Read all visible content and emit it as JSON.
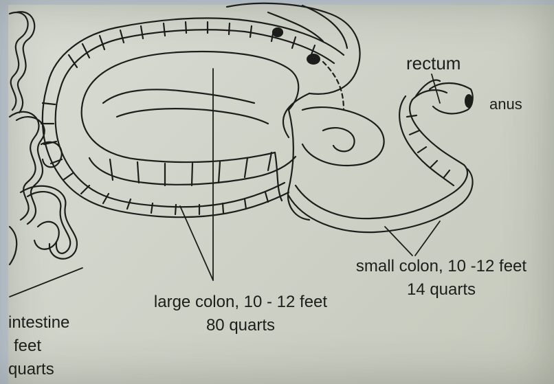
{
  "labels": {
    "rectum": "rectum",
    "anus": "anus",
    "small_colon_line1": "small colon, 10 -12 feet",
    "small_colon_line2": "14 quarts",
    "large_colon_line1": "large colon, 10 - 12 feet",
    "large_colon_line2": "80 quarts",
    "small_intestine_line1": "intestine",
    "small_intestine_line2": "feet",
    "small_intestine_line3": "quarts"
  },
  "colors": {
    "paper": "#d3d7cd",
    "ink": "#1d1d1b",
    "frame": "#c3ccd6"
  }
}
